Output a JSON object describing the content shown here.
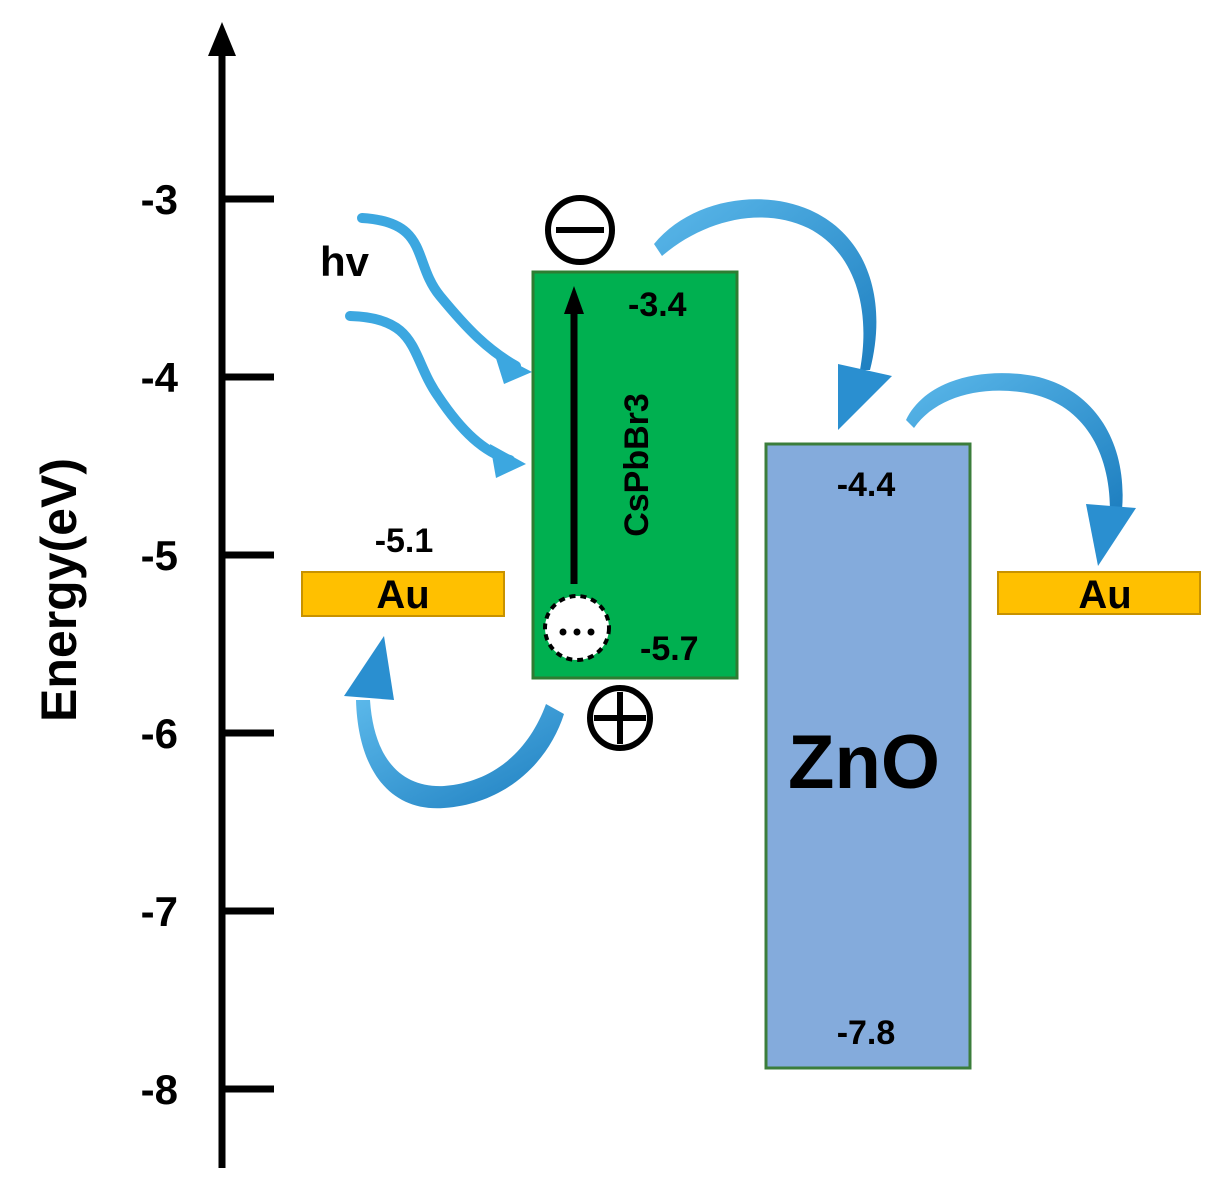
{
  "axis": {
    "title": "Energy(eV)",
    "ticks": [
      {
        "value": -3,
        "label": "-3"
      },
      {
        "value": -4,
        "label": "-4"
      },
      {
        "value": -5,
        "label": "-5"
      },
      {
        "value": -6,
        "label": "-6"
      },
      {
        "value": -7,
        "label": "-7"
      },
      {
        "value": -8,
        "label": "-8"
      }
    ]
  },
  "light": {
    "label": "hv"
  },
  "materials": {
    "au_left": {
      "label": "Au",
      "work_function": -5.1,
      "value_label": "-5.1",
      "color": "#FFC000"
    },
    "cspbbr3": {
      "label": "CsPbBr3",
      "cb": -3.4,
      "vb": -5.7,
      "cb_label": "-3.4",
      "vb_label": "-5.7",
      "color": "#00B050"
    },
    "zno": {
      "label": "ZnO",
      "cb": -4.4,
      "vb": -7.8,
      "cb_label": "-4.4",
      "vb_label": "-7.8",
      "color": "#84ABDC"
    },
    "au_right": {
      "label": "Au",
      "color": "#FFC000"
    }
  },
  "carriers": {
    "electron": {
      "symbol": "⊖"
    },
    "hole": {
      "symbol": "⊕"
    }
  },
  "colors": {
    "arrow": "#2F9BD8",
    "axis": "#000000"
  }
}
